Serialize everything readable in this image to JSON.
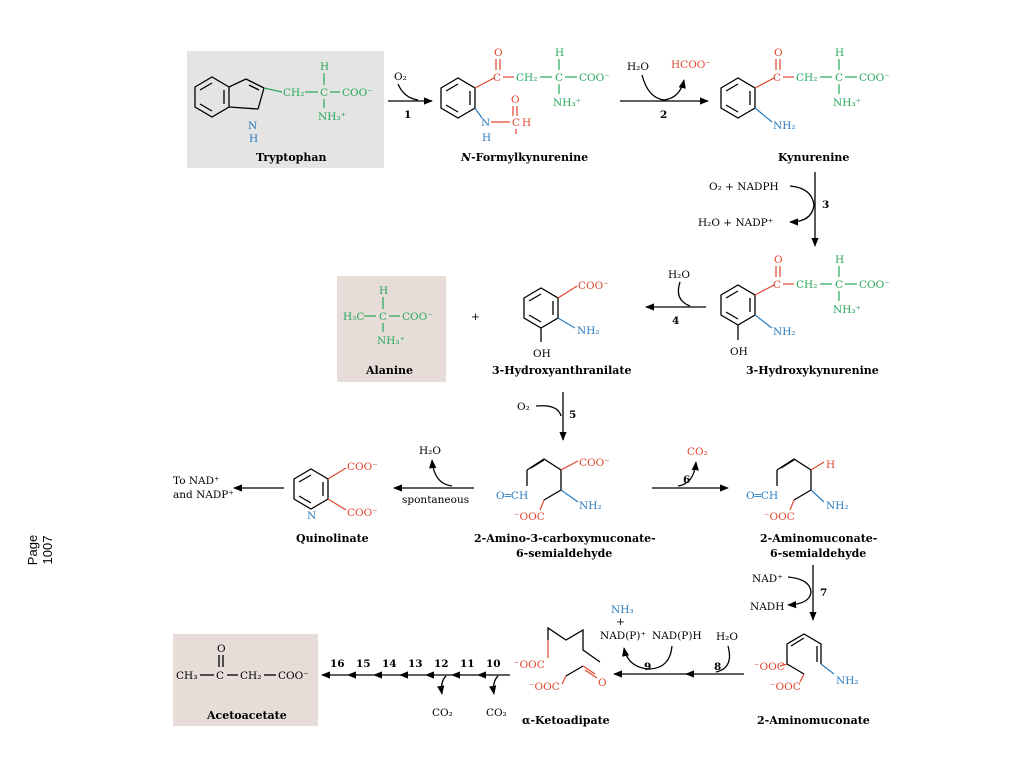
{
  "page_label": "Page 1007",
  "colors": {
    "green": "#27a85a",
    "red": "#e0452e",
    "blue": "#2b7bbf",
    "box_gray": "#e4e4e4",
    "box_tan": "#e6ddd8"
  },
  "compounds": {
    "tryptophan": "Tryptophan",
    "n_formylkynurenine_n": "N",
    "n_formylkynurenine_rest": "-Formylkynurenine",
    "kynurenine": "Kynurenine",
    "hydroxykynurenine": "3-Hydroxykynurenine",
    "hydroxyanthranilate": "3-Hydroxyanthranilate",
    "alanine": "Alanine",
    "acms_line1": "2-Amino-3-carboxymuconate-",
    "acms_line2": "6-semialdehyde",
    "ams_line1": "2-Aminomuconate-",
    "ams_line2": "6-semialdehyde",
    "quinolinate": "Quinolinate",
    "aminomuconate": "2-Aminomuconate",
    "ketoadipate": "α-Ketoadipate",
    "acetoacetate": "Acetoacetate"
  },
  "groups": {
    "ch2": "CH₂",
    "c": "C",
    "h": "H",
    "coo": "COO⁻",
    "nh3": "NH₃⁺",
    "nh2": "NH₂",
    "n": "N",
    "o": "O",
    "oh": "OH",
    "ch": "CH",
    "nh_formyl": "N—C",
    "ocH": "O═CH",
    "ooc_left": "⁻OOC",
    "h3c": "H₃C",
    "ch3": "CH₃",
    "plus": "+",
    "nh3_free": "NH₃"
  },
  "steps": {
    "s1": {
      "number": "1",
      "cofactor_in": "O₂"
    },
    "s2": {
      "number": "2",
      "cofactor_in": "H₂O",
      "cofactor_out": "HCOO⁻"
    },
    "s3": {
      "number": "3",
      "cofactor_in": "O₂ + NADPH",
      "cofactor_out": "H₂O + NADP⁺"
    },
    "s4": {
      "number": "4",
      "cofactor_in": "H₂O"
    },
    "s5": {
      "number": "5",
      "cofactor_in": "O₂"
    },
    "s6": {
      "number": "6",
      "cofactor_out": "CO₂"
    },
    "spont": {
      "label": "spontaneous",
      "cofactor_out": "H₂O"
    },
    "s7": {
      "number": "7",
      "cofactor_in": "NAD⁺",
      "cofactor_out": "NADH"
    },
    "s8": {
      "number": "8",
      "cofactor_in": "H₂O"
    },
    "s9": {
      "number": "9",
      "cofactor_in": "NAD(P)H",
      "cofactor_out": "NAD(P)⁺"
    },
    "chain": [
      "16",
      "15",
      "14",
      "13",
      "12",
      "11",
      "10"
    ],
    "chain_co2": [
      "CO₂",
      "CO₂"
    ]
  },
  "nad_target": {
    "line1": "To NAD⁺",
    "line2": "and NADP⁺"
  }
}
